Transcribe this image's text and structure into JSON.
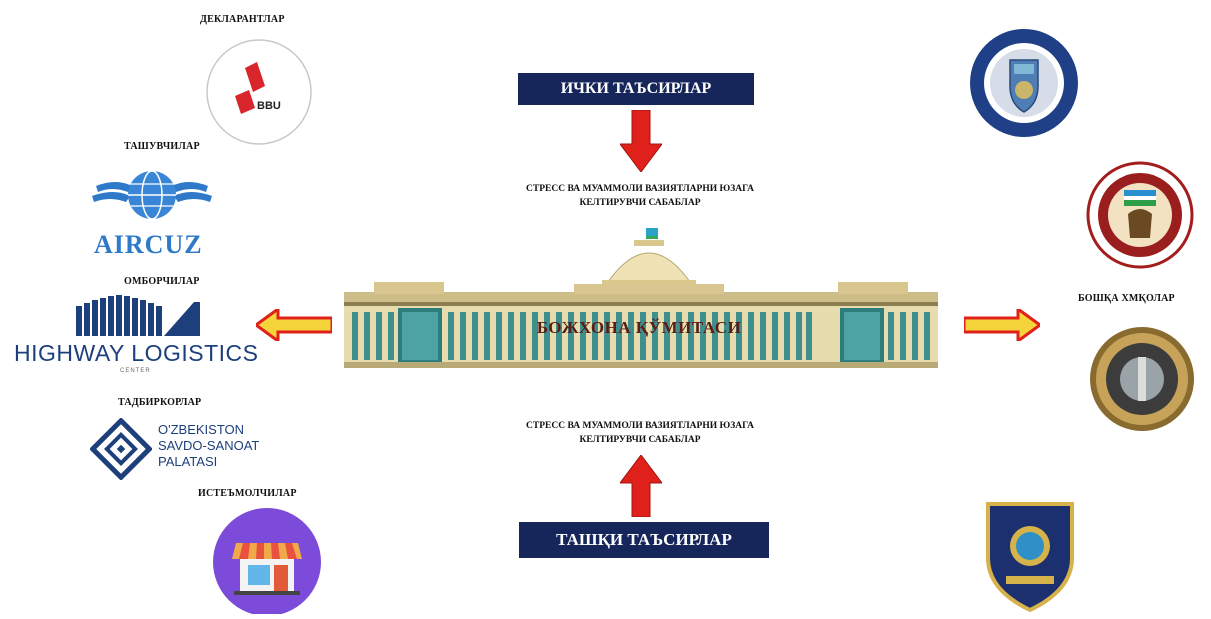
{
  "inner": {
    "title": "ИЧКИ ТАЪСИРЛАР",
    "cause_line1": "СТРЕСС ВА МУАММОЛИ ВАЗИЯТЛАРНИ ЮЗАГА",
    "cause_line2": "КЕЛТИРУВЧИ САБАБЛАР"
  },
  "outer": {
    "title": "ТАШҚИ ТАЪСИРЛАР",
    "cause_line1": "СТРЕСС ВА МУАММОЛИ ВАЗИЯТЛАРНИ ЮЗАГА",
    "cause_line2": "КЕЛТИРУВЧИ САБАБЛАР"
  },
  "center": {
    "label": "БОЖХОНА ҚЎМИТАСИ"
  },
  "left": {
    "declarants": {
      "label": "ДЕКЛАРАНТЛАР",
      "logo_text": "BBU"
    },
    "carriers": {
      "label": "ТАШУВЧИЛАР",
      "logo_text": "AIRCUZ"
    },
    "warehouses": {
      "label": "ОМБОРЧИЛАР",
      "logo_text": "HIGHWAY LOGISTICS",
      "logo_sub": "CENTER"
    },
    "entrepreneurs": {
      "label": "ТАДБИРКОРЛАР",
      "logo_line1": "O'ZBEKISTON",
      "logo_line2": "SAVDO-SANOAT",
      "logo_line3": "PALATASI"
    },
    "consumers": {
      "label": "ИСТЕЪМОЛЧИЛАР"
    }
  },
  "right": {
    "other_services": {
      "label": "БОШҚА ХМҚОЛАР"
    }
  },
  "colors": {
    "navy": "#17265a",
    "arrow_red": "#e0201b",
    "arrow_yellow": "#f5d33b"
  }
}
